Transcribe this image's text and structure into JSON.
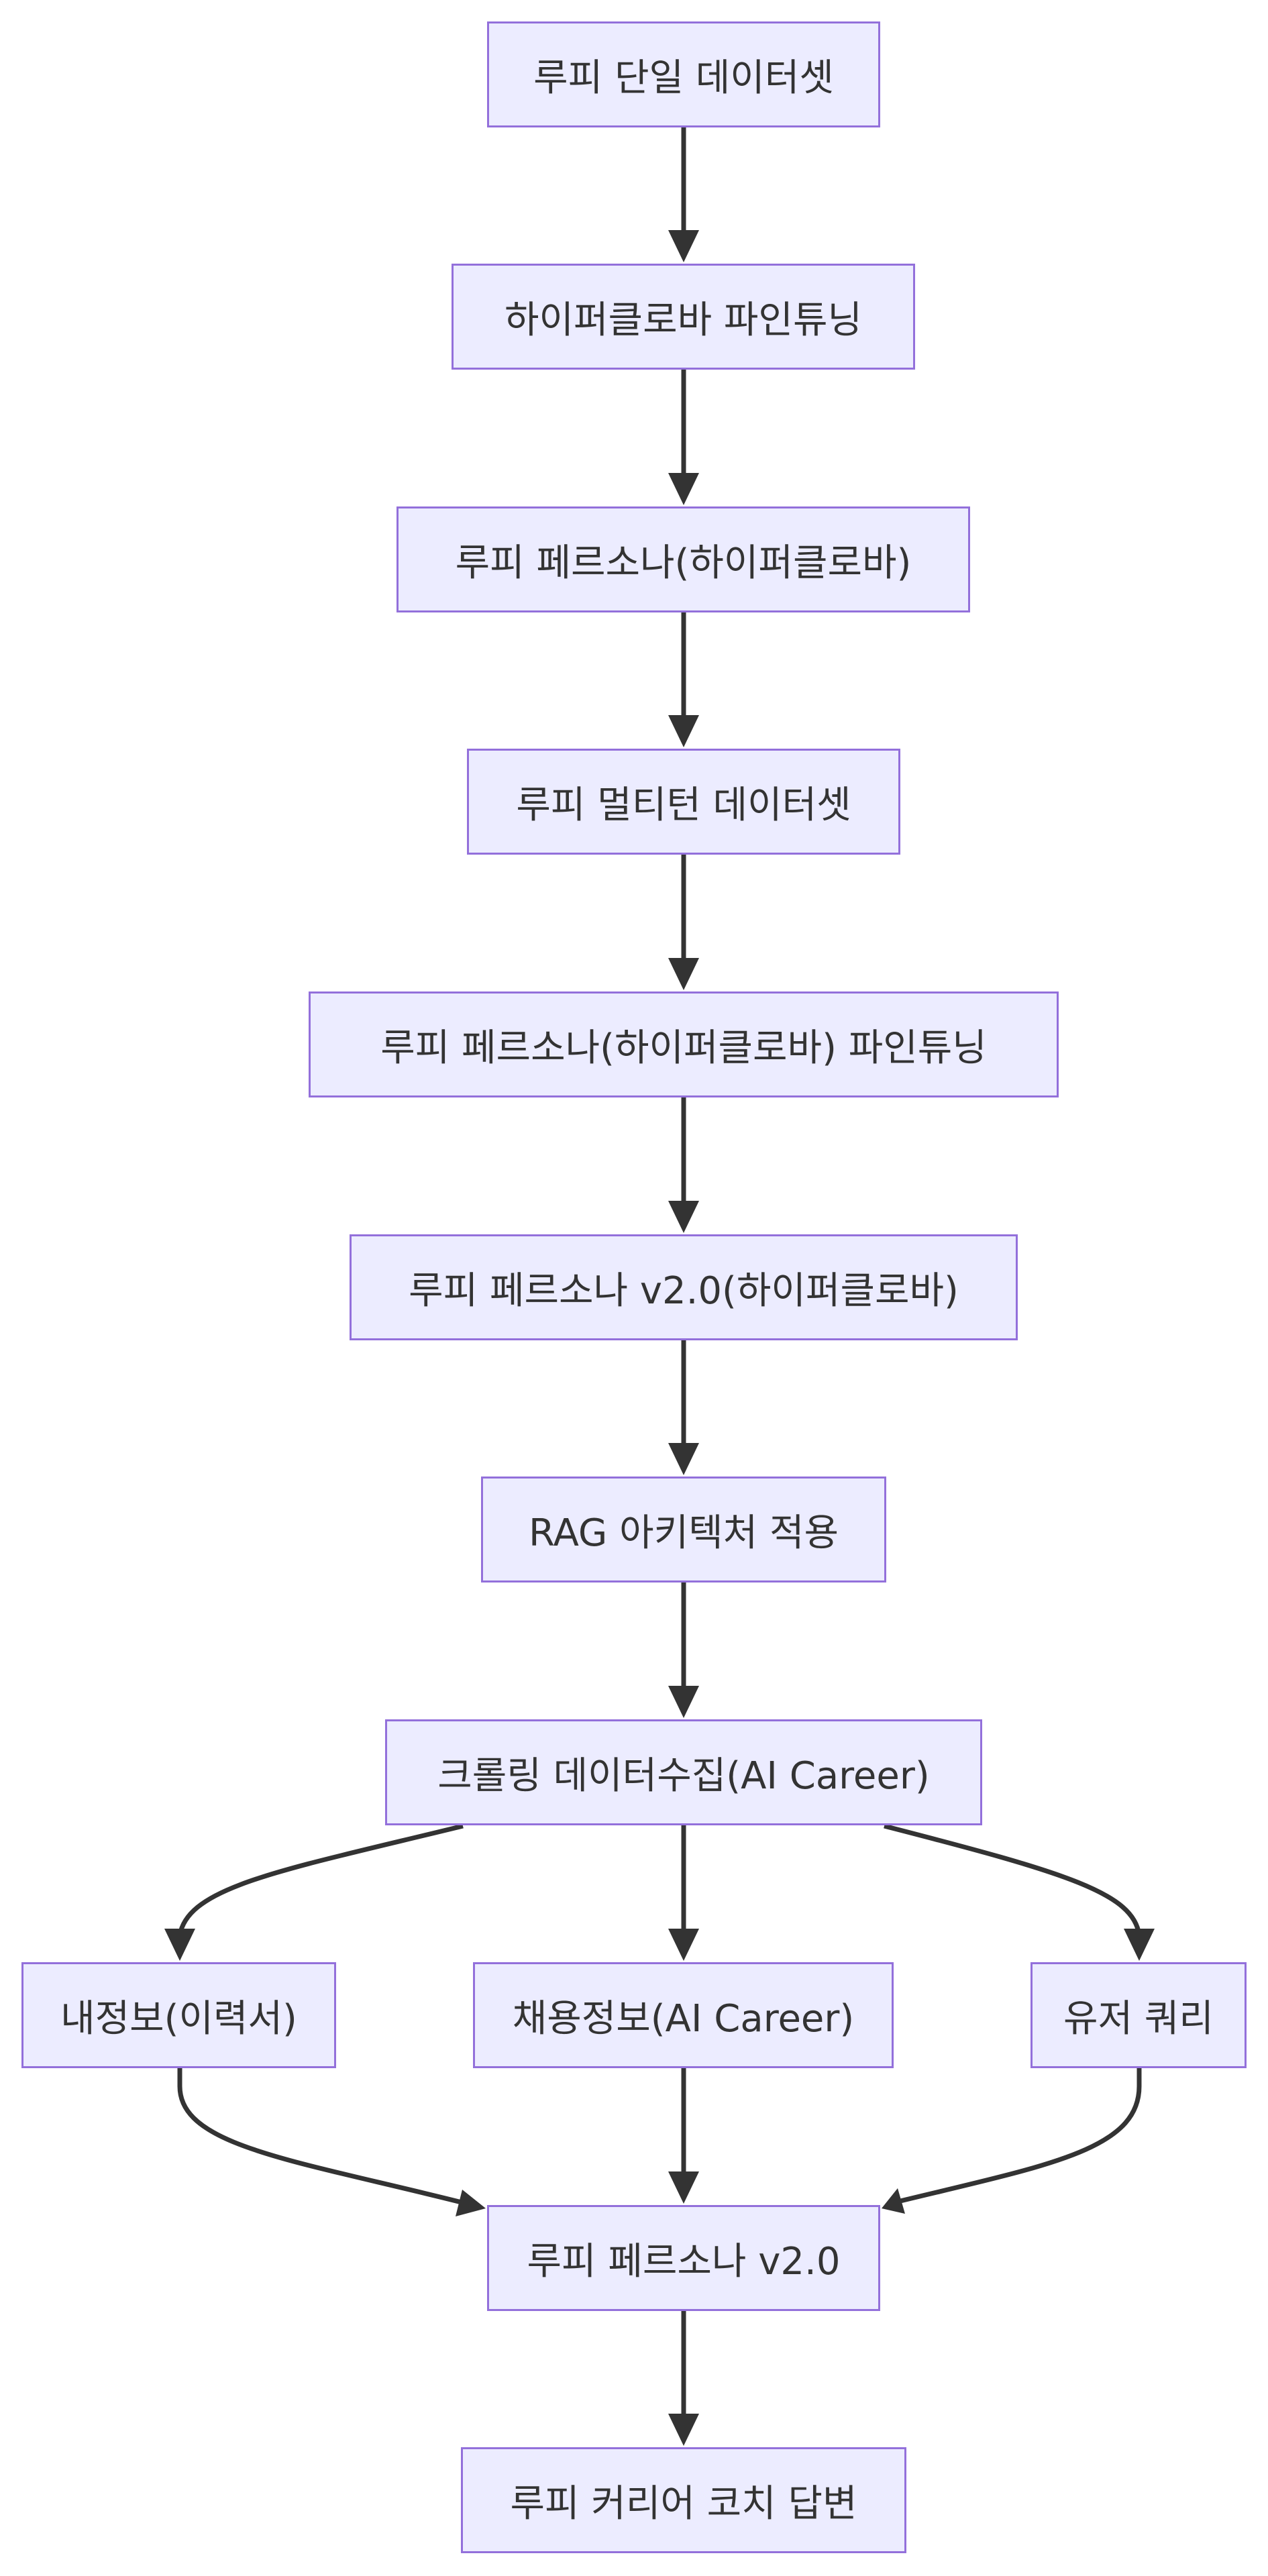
{
  "nodes": [
    {
      "id": "n1",
      "label": "루피 단일 데이터셋"
    },
    {
      "id": "n2",
      "label": "하이퍼클로바 파인튜닝"
    },
    {
      "id": "n3",
      "label": "루피 페르소나(하이퍼클로바)"
    },
    {
      "id": "n4",
      "label": "루피 멀티턴 데이터셋"
    },
    {
      "id": "n5",
      "label": "루피 페르소나(하이퍼클로바) 파인튜닝"
    },
    {
      "id": "n6",
      "label": "루피 페르소나 v2.0(하이퍼클로바)"
    },
    {
      "id": "n7",
      "label": "RAG 아키텍처 적용"
    },
    {
      "id": "n8",
      "label": "크롤링 데이터수집(AI Career)"
    },
    {
      "id": "n9",
      "label": "내정보(이력서)"
    },
    {
      "id": "n10",
      "label": "채용정보(AI Career)"
    },
    {
      "id": "n11",
      "label": "유저 쿼리"
    },
    {
      "id": "n12",
      "label": "루피 페르소나 v2.0"
    },
    {
      "id": "n13",
      "label": "루피 커리어 코치 답변"
    }
  ],
  "edges": [
    {
      "from": "n1",
      "to": "n2"
    },
    {
      "from": "n2",
      "to": "n3"
    },
    {
      "from": "n3",
      "to": "n4"
    },
    {
      "from": "n4",
      "to": "n5"
    },
    {
      "from": "n5",
      "to": "n6"
    },
    {
      "from": "n6",
      "to": "n7"
    },
    {
      "from": "n7",
      "to": "n8"
    },
    {
      "from": "n8",
      "to": "n9"
    },
    {
      "from": "n8",
      "to": "n10"
    },
    {
      "from": "n8",
      "to": "n11"
    },
    {
      "from": "n9",
      "to": "n12"
    },
    {
      "from": "n10",
      "to": "n12"
    },
    {
      "from": "n11",
      "to": "n12"
    },
    {
      "from": "n12",
      "to": "n13"
    }
  ],
  "colors": {
    "node_fill": "#ECECFF",
    "node_border": "#9370DB",
    "edge": "#333333",
    "text": "#333333"
  }
}
